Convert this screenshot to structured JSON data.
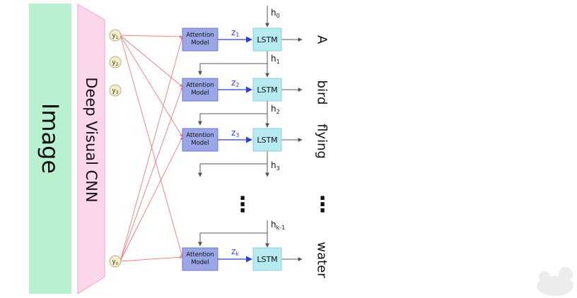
{
  "image_block": {
    "label": "Image",
    "color": "#b9f0cf"
  },
  "cnn_block": {
    "label": "Deep Visual CNN",
    "color": "#fbd7ec"
  },
  "features": [
    {
      "label": "y",
      "sub": "1"
    },
    {
      "label": "y",
      "sub": "2"
    },
    {
      "label": "y",
      "sub": "3"
    },
    {
      "label": "y",
      "sub": "n"
    }
  ],
  "hidden_states": [
    {
      "label": "h",
      "sub": "0"
    },
    {
      "label": "h",
      "sub": "1"
    },
    {
      "label": "h",
      "sub": "2"
    },
    {
      "label": "h",
      "sub": "3"
    },
    {
      "label": "h",
      "sub": "k-1"
    }
  ],
  "steps": [
    {
      "attention_line1": "Attention",
      "attention_line2": "Model",
      "z_label": "z",
      "z_sub": "1",
      "lstm_label": "LSTM",
      "word": "A"
    },
    {
      "attention_line1": "Attention",
      "attention_line2": "Model",
      "z_label": "z",
      "z_sub": "2",
      "lstm_label": "LSTM",
      "word": "bird"
    },
    {
      "attention_line1": "Attention",
      "attention_line2": "Model",
      "z_label": "z",
      "z_sub": "3",
      "lstm_label": "LSTM",
      "word": "flying"
    },
    {
      "attention_line1": "Attention",
      "attention_line2": "Model",
      "z_label": "z",
      "z_sub": "k",
      "lstm_label": "LSTM",
      "word": "water"
    }
  ],
  "ellipsis": "⋮",
  "colors": {
    "attention_fill": "#9aa6e6",
    "lstm_fill": "#b6eaf0",
    "feature_fill": "#f3f0c8",
    "feature_stroke": "#b7b08a",
    "attention_link": "#f07b7b",
    "z_arrow": "#2a3fd6",
    "z_text": "#3346d8",
    "line": "#555555",
    "text": "#111111"
  }
}
